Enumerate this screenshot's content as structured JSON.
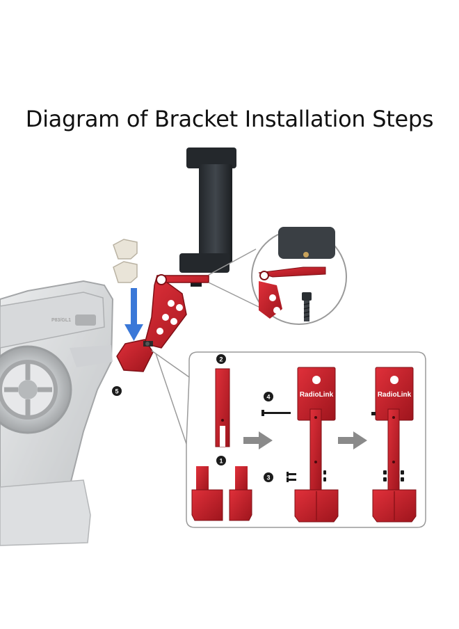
{
  "title": "Diagram of Bracket Installation Steps",
  "colors": {
    "bracket_red": "#c8202b",
    "dark_red": "#8e1219",
    "phone_clamp": "#2e3338",
    "arrow_blue": "#3a78d8",
    "arrow_gray": "#8a8a8a",
    "panel_border": "#9a9a9a"
  },
  "steps": [
    {
      "number": "1",
      "icon": "step-1-badge"
    },
    {
      "number": "2",
      "icon": "step-2-badge"
    },
    {
      "number": "3",
      "icon": "step-3-badge"
    },
    {
      "number": "4",
      "icon": "step-4-badge"
    },
    {
      "number": "5",
      "icon": "step-5-badge"
    }
  ],
  "brand_label": "RadioLink",
  "transmitter_label": "P83/GL1"
}
